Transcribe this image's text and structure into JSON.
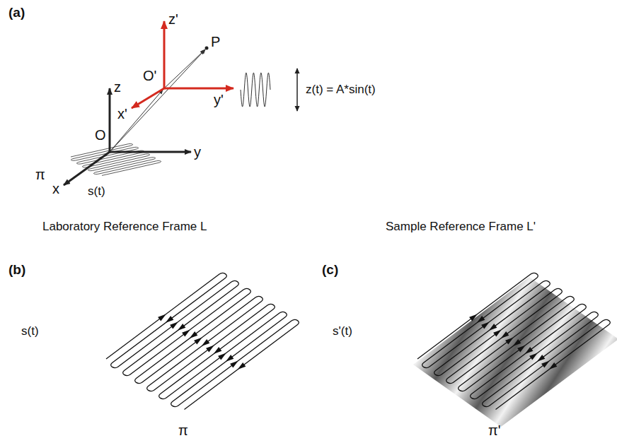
{
  "diagram": {
    "labels": [
      "(a)",
      "z'",
      "P",
      "z(t) = A*sin(t)",
      "O'",
      "z",
      "y'",
      "x'",
      "O",
      "y",
      "π",
      "x",
      "s(t)",
      "Laboratory Reference Frame L",
      "Sample Reference Frame L'",
      "(b)",
      "(c)",
      "s(t)",
      "π",
      "s'(t)",
      "π'"
    ]
  }
}
